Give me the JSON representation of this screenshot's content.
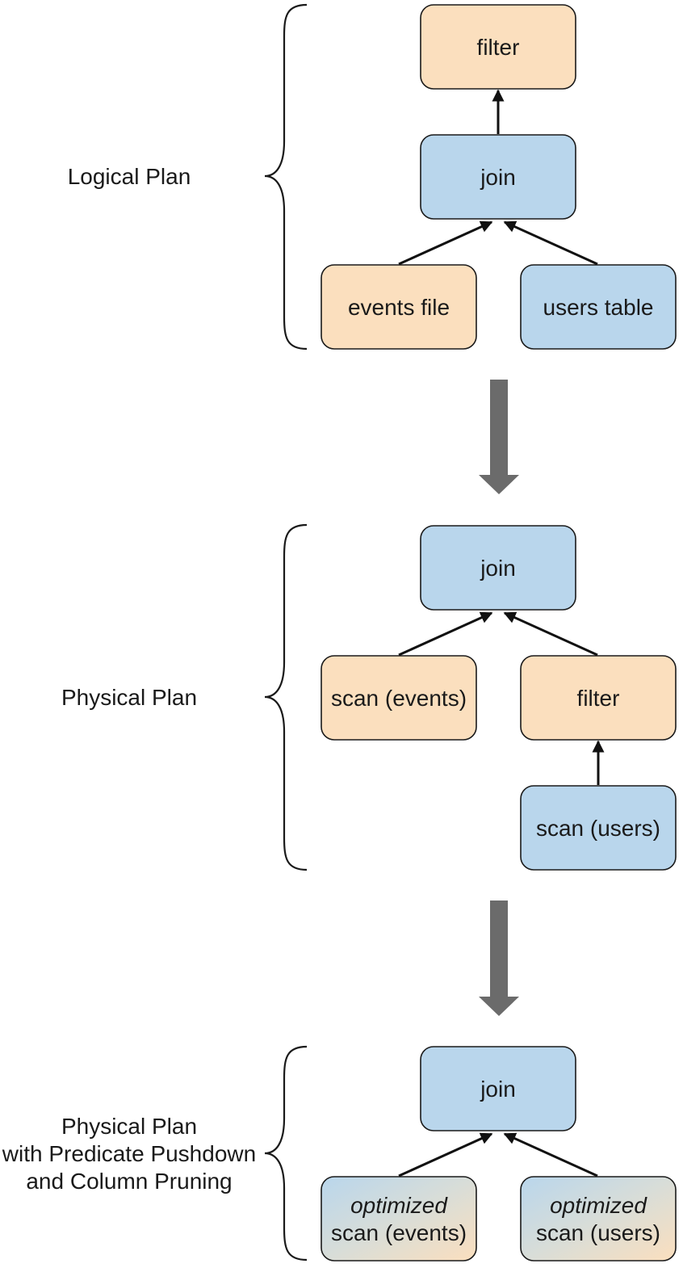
{
  "colors": {
    "orange_fill": "#fbdfbe",
    "blue_fill": "#b9d6ec",
    "stroke": "#1a1a1a",
    "transition_arrow": "#6b6b6b"
  },
  "sections": [
    {
      "id": "logical",
      "label_lines": [
        "Logical Plan"
      ],
      "nodes": [
        {
          "id": "filter",
          "text_lines": [
            "filter"
          ],
          "fill": "orange"
        },
        {
          "id": "join",
          "text_lines": [
            "join"
          ],
          "fill": "blue"
        },
        {
          "id": "events_file",
          "text_lines": [
            "events file"
          ],
          "fill": "orange"
        },
        {
          "id": "users_table",
          "text_lines": [
            "users table"
          ],
          "fill": "blue"
        }
      ],
      "edges": [
        {
          "from": "join",
          "to": "filter"
        },
        {
          "from": "events_file",
          "to": "join"
        },
        {
          "from": "users_table",
          "to": "join"
        }
      ]
    },
    {
      "id": "physical",
      "label_lines": [
        "Physical Plan"
      ],
      "nodes": [
        {
          "id": "join",
          "text_lines": [
            "join"
          ],
          "fill": "blue"
        },
        {
          "id": "scan_events",
          "text_lines": [
            "scan (events)"
          ],
          "fill": "orange"
        },
        {
          "id": "filter",
          "text_lines": [
            "filter"
          ],
          "fill": "orange"
        },
        {
          "id": "scan_users",
          "text_lines": [
            "scan (users)"
          ],
          "fill": "blue"
        }
      ],
      "edges": [
        {
          "from": "scan_events",
          "to": "join"
        },
        {
          "from": "filter",
          "to": "join"
        },
        {
          "from": "scan_users",
          "to": "filter"
        }
      ]
    },
    {
      "id": "optimized",
      "label_lines": [
        "Physical Plan",
        "with Predicate Pushdown",
        "and Column Pruning"
      ],
      "nodes": [
        {
          "id": "join",
          "text_lines": [
            "join"
          ],
          "fill": "blue"
        },
        {
          "id": "opt_scan_events",
          "text_lines": [
            "optimized",
            "scan (events)"
          ],
          "italic_first_line": true,
          "fill": "gradient"
        },
        {
          "id": "opt_scan_users",
          "text_lines": [
            "optimized",
            "scan (users)"
          ],
          "italic_first_line": true,
          "fill": "gradient"
        }
      ],
      "edges": [
        {
          "from": "opt_scan_events",
          "to": "join"
        },
        {
          "from": "opt_scan_users",
          "to": "join"
        }
      ]
    }
  ]
}
